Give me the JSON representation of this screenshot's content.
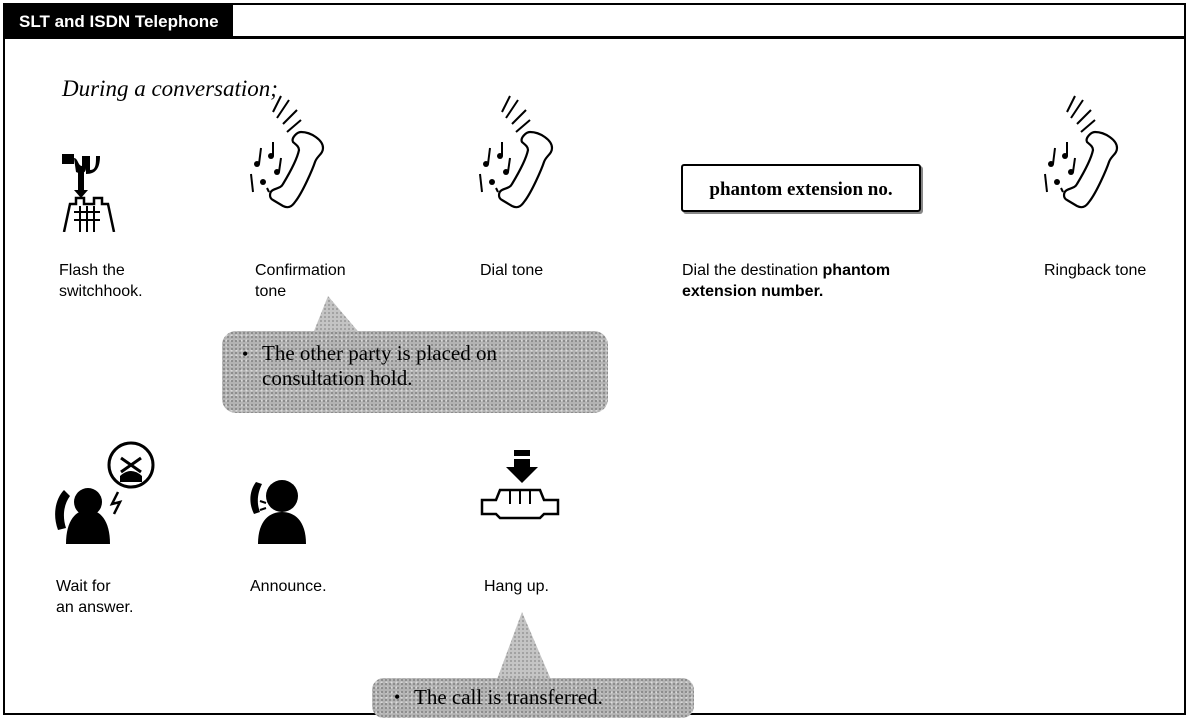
{
  "header": {
    "title": "SLT and ISDN Telephone"
  },
  "subtitle": "During a conversation;",
  "box": {
    "text": "phantom extension no."
  },
  "steps": {
    "flash": {
      "line1": "Flash the",
      "line2": "switchhook."
    },
    "confirm": {
      "line1": "Confirmation",
      "line2": "tone"
    },
    "dialtone": {
      "text": "Dial tone"
    },
    "dial": {
      "prefix": "Dial the destination ",
      "bold1": "phantom",
      "bold2": "extension number",
      "suffix": "."
    },
    "ringback": {
      "text": "Ringback tone"
    },
    "wait": {
      "line1": "Wait for",
      "line2": "an answer."
    },
    "announce": {
      "text": "Announce."
    },
    "hangup": {
      "text": "Hang up."
    }
  },
  "callouts": {
    "hold": {
      "bullet": "•",
      "line1": "The other party is placed on",
      "line2": "consultation hold."
    },
    "transfer": {
      "bullet": "•",
      "text": "The call is transferred."
    }
  },
  "icons": {
    "switchhook": "switchhook-icon",
    "handset": "handset-tone-icon",
    "wait": "person-waiting-phone-icon",
    "announce": "person-speaking-icon",
    "hangup": "hang-up-icon"
  }
}
